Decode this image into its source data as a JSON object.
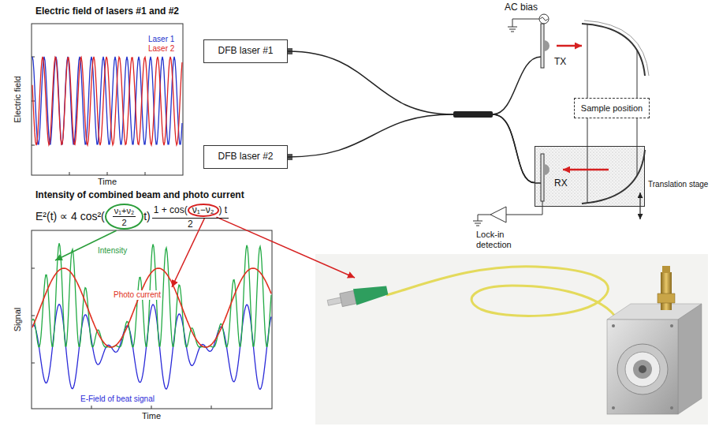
{
  "diagram": {
    "nodes": [
      {
        "text": [
          "DFB laser #1"
        ]
      },
      {
        "text": [
          "DFB laser #2"
        ]
      },
      {
        "text": [
          "Sample position"
        ]
      },
      {
        "text": [
          "Translation stage"
        ]
      }
    ],
    "edges": [
      {
        "from": 0,
        "to": 3,
        "arrow": "none"
      },
      {
        "from": 1,
        "to": 3,
        "arrow": "none"
      }
    ],
    "labels": [
      "Electric field of lasers #1 and #2",
      "Laser 1",
      "Laser 2",
      "Electric field",
      "Time",
      "AC bias",
      "TX",
      "RX",
      "Lock-in detection",
      "Intensity of combined beam and photo current",
      "E²(t) ∝ 4 cos²(",
      "ν₁+ν₂",
      "2",
      "t)",
      "1 + cos(",
      "ν₁−ν₂",
      ") t",
      "2",
      "Intensity",
      "Photo current",
      "E-Field of beat signal",
      "Signal",
      "Time"
    ]
  }
}
